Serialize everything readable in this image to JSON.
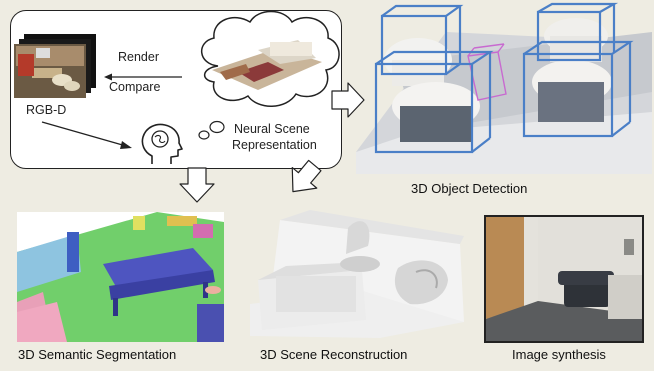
{
  "pipeline": {
    "input_label": "RGB-D",
    "render_label": "Render",
    "compare_label": "Compare",
    "scene_label_line1": "Neural  Scene",
    "scene_label_line2": "Representation"
  },
  "outputs": {
    "detection": "3D Object Detection",
    "segmentation": "3D Semantic Segmentation",
    "reconstruction": "3D Scene Reconstruction",
    "synthesis": "Image synthesis"
  },
  "colors": {
    "background": "#eeece2",
    "box_blue": "#4a7fc7",
    "box_magenta": "#c86ad0",
    "floor_green": "#6fcf6a",
    "table_blue": "#4e55c0"
  }
}
